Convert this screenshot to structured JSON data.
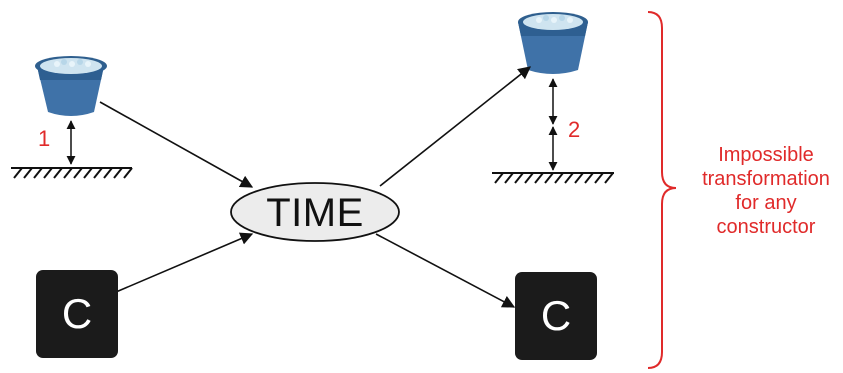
{
  "diagram": {
    "center_node": "TIME",
    "constructor_label": "C",
    "height_labels": [
      "1",
      "2"
    ],
    "bracket_statement": [
      "Impossible",
      "transformation",
      "for any",
      "constructor"
    ],
    "colors": {
      "accent_red": "#e02a2a",
      "bucket_blue": "#3f72a8",
      "constructor_fill": "#1b1b1b",
      "time_fill": "#ececec"
    },
    "icons": [
      "bucket-icon",
      "ground-hatch-icon",
      "double-arrow-icon",
      "bracket-icon"
    ]
  }
}
